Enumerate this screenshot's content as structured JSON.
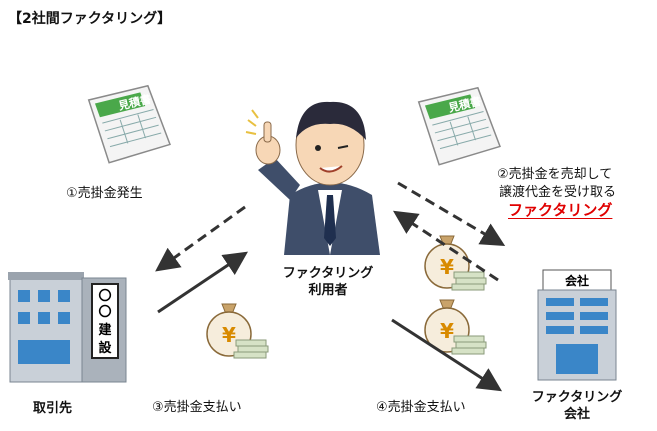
{
  "title": "【2社間ファクタリング】",
  "documents": {
    "estimate_label": "見積書"
  },
  "labels": {
    "step1": "①売掛金発生",
    "step2_line1": "②売掛金を売却して",
    "step2_line2": "譲渡代金を受け取る",
    "factoring_highlight": "ファクタリング",
    "step3": "③売掛金支払い",
    "step4": "④売掛金支払い"
  },
  "entities": {
    "client": {
      "label": "取引先",
      "sign_text": "〇〇建設"
    },
    "user": {
      "line1": "ファクタリング",
      "line2": "利用者"
    },
    "company": {
      "line1": "ファクタリング",
      "line2": "会社",
      "sign_text": "会社"
    }
  },
  "colors": {
    "accent_red": "#e00000"
  },
  "icons": [
    "estimate-document-icon",
    "businessman-thumbs-up-icon",
    "client-building-icon",
    "factoring-company-building-icon",
    "money-bag-icon"
  ]
}
